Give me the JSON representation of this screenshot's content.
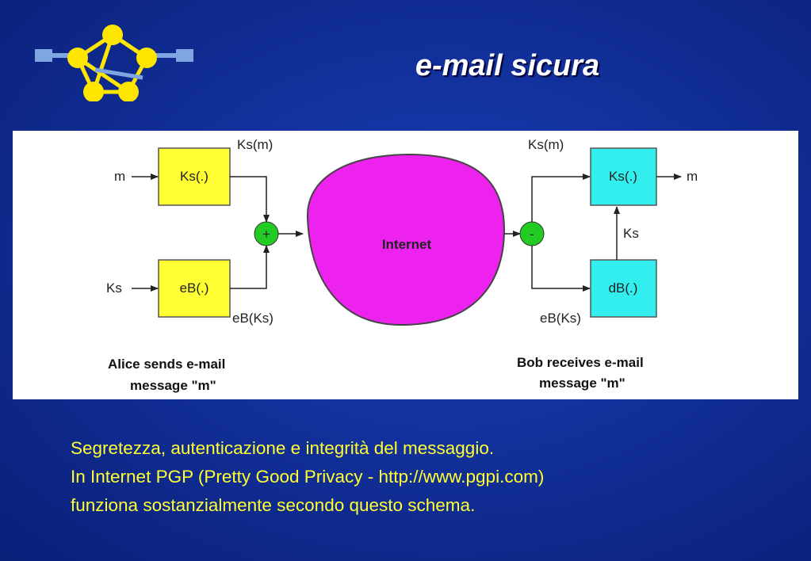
{
  "slide": {
    "title": "e-mail sicura"
  },
  "diagram": {
    "alice": {
      "input_m": "m",
      "input_ks": "Ks",
      "box_symmetric": "Ks(.)",
      "box_encrypt": "eB(.)",
      "out_ks_m": "Ks(m)",
      "out_eb_ks": "eB(Ks)",
      "combine_op": "+",
      "caption_line1": "Alice sends e-mail",
      "caption_line2": "message \"m\""
    },
    "internet": {
      "label": "Internet"
    },
    "bob": {
      "split_op": "-",
      "in_ks_m": "Ks(m)",
      "in_eb_ks": "eB(Ks)",
      "box_symmetric": "Ks(.)",
      "box_decrypt": "dB(.)",
      "key_label": "Ks",
      "output_m": "m",
      "caption_line1": "Bob receives e-mail",
      "caption_line2": "message \"m\""
    },
    "colors": {
      "alice_box": "#ffff33",
      "bob_box": "#33eeee",
      "operator_circle": "#22cc22",
      "internet_blob": "#ee22ee"
    }
  },
  "body": {
    "line1": "Segretezza, autenticazione e integrità del messaggio.",
    "line2": "In Internet PGP (Pretty Good Privacy - http://www.pgpi.com)",
    "line3": "funziona sostanzialmente secondo questo schema."
  },
  "logo": {
    "icon": "network-graph-icon"
  }
}
